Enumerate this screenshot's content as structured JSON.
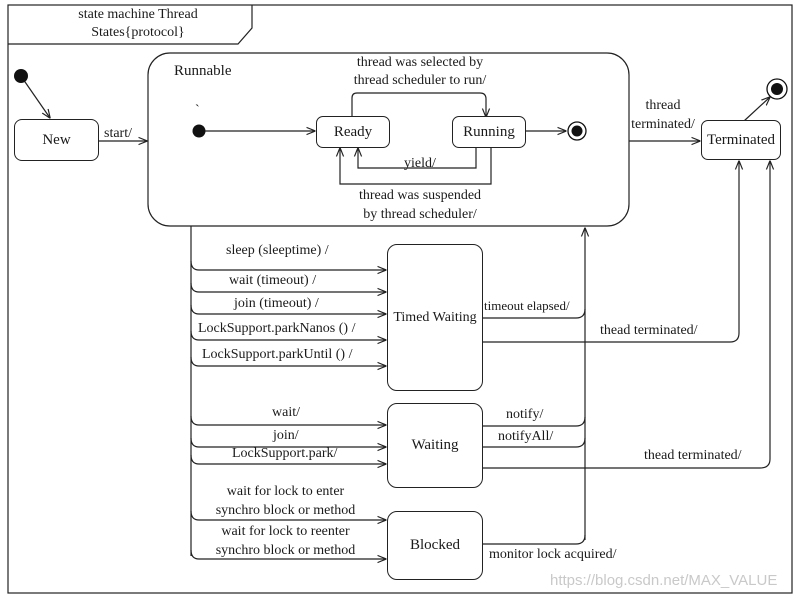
{
  "diagram": {
    "frame_title": [
      "state machine Thread",
      "States{protocol}"
    ],
    "composite_label": "Runnable",
    "states": {
      "new": "New",
      "ready": "Ready",
      "running": "Running",
      "terminated": "Terminated",
      "timed_waiting": "Timed Waiting",
      "waiting": "Waiting",
      "blocked": "Blocked"
    },
    "transitions": {
      "start": "start/",
      "selected": [
        "thread was selected by",
        "thread scheduler to run/"
      ],
      "yield": "yield/",
      "suspended": [
        "thread was suspended",
        "by thread scheduler/"
      ],
      "terminated": [
        "thread",
        "terminated/"
      ],
      "sleep": "sleep (sleeptime) /",
      "wait_timeout": "wait (timeout) /",
      "join_timeout": "join (timeout) /",
      "park_nanos": "LockSupport.parkNanos () /",
      "park_until": "LockSupport.parkUntil () /",
      "timeout_elapsed": "timeout elapsed/",
      "tw_terminated": "thead terminated/",
      "wait": "wait/",
      "join": "join/",
      "park": "LockSupport.park/",
      "notify": "notify/",
      "notify_all": "notifyAll/",
      "w_terminated": "thead terminated/",
      "lock_enter": [
        "wait for lock to enter",
        "synchro block or method"
      ],
      "lock_reenter": [
        "wait for lock to reenter",
        "synchro block or method"
      ],
      "monitor_acquired": "monitor lock acquired/"
    },
    "stray_mark": "`"
  },
  "watermark": "https://blog.csdn.net/MAX_VALUE"
}
